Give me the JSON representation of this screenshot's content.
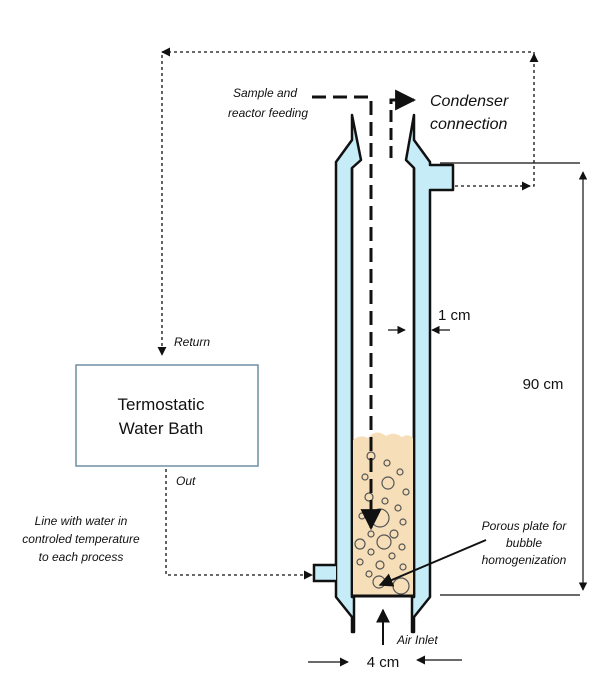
{
  "labels": {
    "sample_line1": "Sample and",
    "sample_line2": "reactor feeding",
    "condenser_line1": "Condenser",
    "condenser_line2": "connection",
    "return": "Return",
    "bath_line1": "Termostatic",
    "bath_line2": "Water Bath",
    "out": "Out",
    "line_line1": "Line with water in",
    "line_line2": "controled temperature",
    "line_line3": "to each process",
    "gap": "1 cm",
    "height": "90 cm",
    "porous_line1": "Porous plate for",
    "porous_line2": "bubble",
    "porous_line3": "homogenization",
    "air": "Air Inlet",
    "width": "4 cm"
  },
  "colors": {
    "jacket": "#c6ecf8",
    "liquid": "#f6dfb8",
    "bath_border": "#6f8fa3"
  }
}
